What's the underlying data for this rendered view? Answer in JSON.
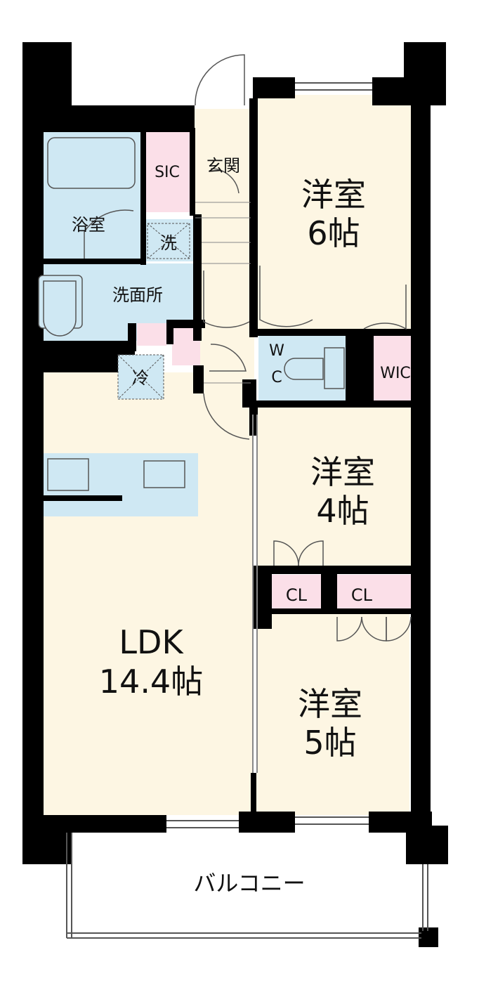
{
  "colors": {
    "wall": "#000000",
    "room": "#fdf6e3",
    "wet": "#cfe8f3",
    "storage": "#fbdfe8",
    "balcony": "#ffffff",
    "line": "#555555"
  },
  "rooms": {
    "bedroom_6": {
      "title": "洋室",
      "size": "6帖"
    },
    "bedroom_4": {
      "title": "洋室",
      "size": "4帖"
    },
    "bedroom_5": {
      "title": "洋室",
      "size": "5帖"
    },
    "ldk": {
      "title": "LDK",
      "size": "14.4帖"
    },
    "bath": {
      "label": "浴室"
    },
    "washroom": {
      "label": "洗面所"
    },
    "laundry": {
      "label": "洗"
    },
    "fridge": {
      "label": "冷"
    },
    "sic": {
      "label": "SIC"
    },
    "entrance": {
      "label": "玄関"
    },
    "wc": {
      "line1": "W",
      "line2": "C"
    },
    "wic": {
      "label": "WIC"
    },
    "cl_left": {
      "label": "CL"
    },
    "cl_right": {
      "label": "CL"
    },
    "balcony": {
      "label": "バルコニー"
    }
  }
}
